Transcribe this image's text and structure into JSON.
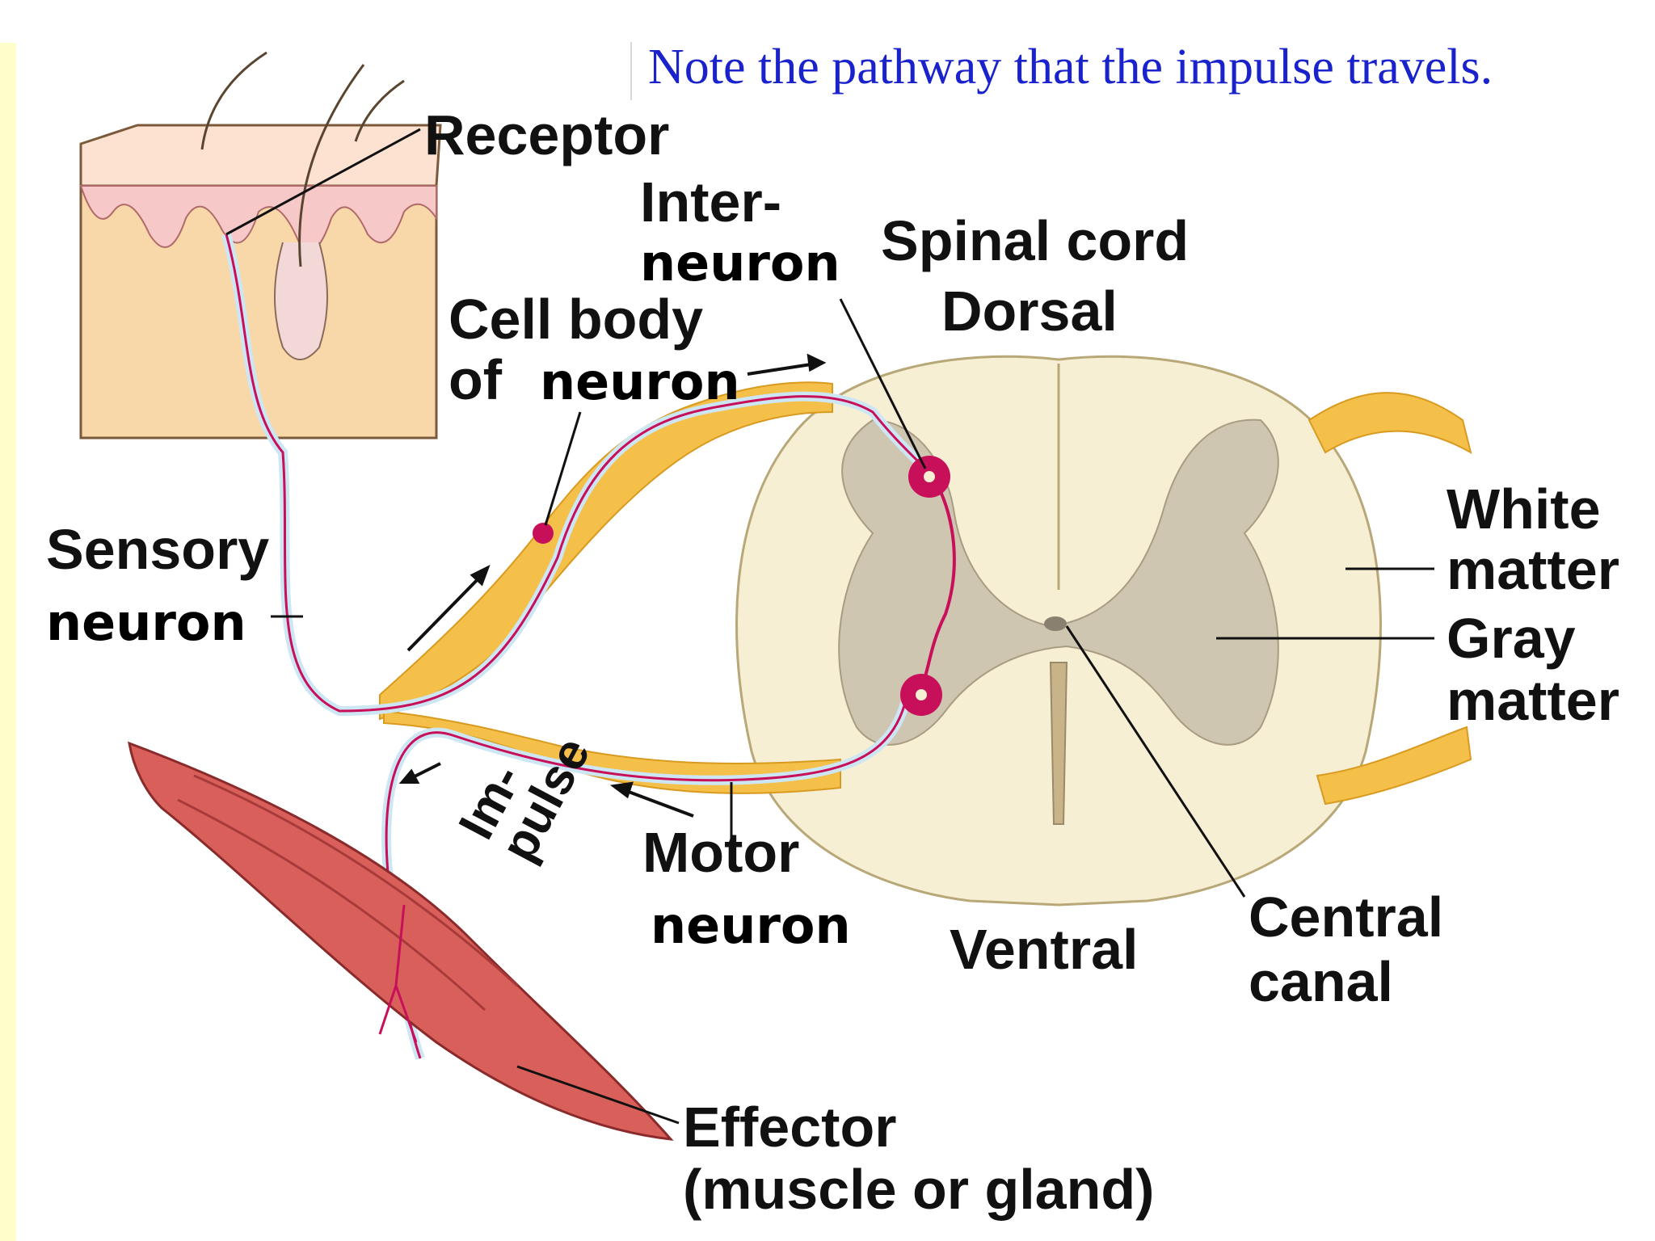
{
  "caption": "Note the pathway that the impulse travels.",
  "labels": {
    "receptor": "Receptor",
    "inter": "Inter-",
    "inter_neuron": "neuron",
    "cell_body": "Cell body",
    "of": "of",
    "of_neuron": "neuron",
    "spinal_cord": "Spinal cord",
    "dorsal": "Dorsal",
    "white": "White",
    "white_matter": "matter",
    "gray": "Gray",
    "gray_matter": "matter",
    "sensory": "Sensory",
    "sensory_neuron": "neuron",
    "im": "Im-",
    "pulse": "pulse",
    "motor": "Motor",
    "motor_neuron": "neuron",
    "ventral": "Ventral",
    "central": "Central",
    "canal": "canal",
    "effector": "Effector",
    "effector_detail": "(muscle or gland)"
  },
  "colors": {
    "caption": "#1a22cc",
    "left_band": "#ffffcc",
    "nerve": "#f4c04a",
    "neuron": "#c8105a",
    "muscle": "#d9605a",
    "skin": "#f8d8a8",
    "cord_white": "#f6efd4",
    "cord_gray": "#cfc6b2"
  },
  "icons": [
    "skin-block-icon",
    "hair-icon",
    "spinal-cord-icon",
    "muscle-icon",
    "arrow-icon"
  ]
}
